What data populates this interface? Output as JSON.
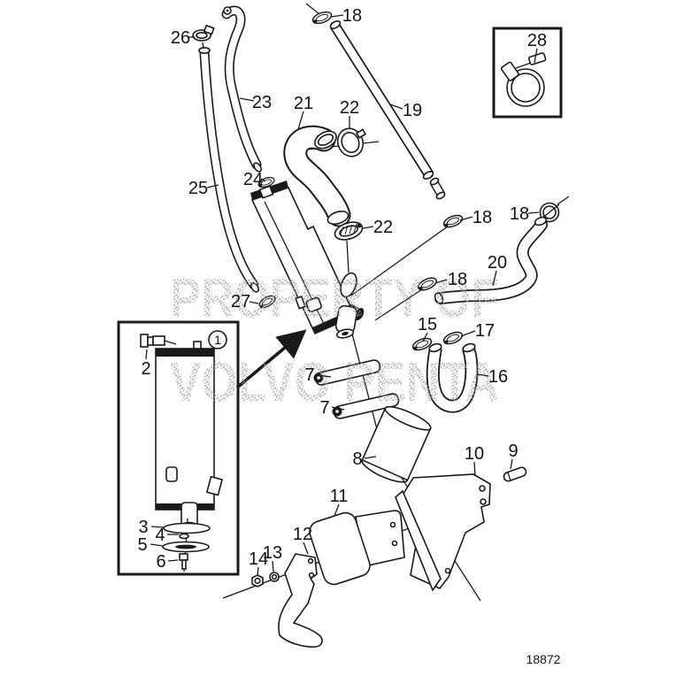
{
  "diagram": {
    "type": "exploded-parts-diagram",
    "drawing_number": "18872",
    "watermark": {
      "line1": "PROPERTY OF",
      "line2": "VOLVO PENTA"
    },
    "callouts": {
      "c1": "1",
      "c2": "2",
      "c3": "3",
      "c4": "4",
      "c5": "5",
      "c6": "6",
      "c7a": "7",
      "c7b": "7",
      "c8": "8",
      "c9": "9",
      "c10": "10",
      "c11": "11",
      "c12": "12",
      "c13": "13",
      "c14": "14",
      "c15": "15",
      "c16": "16",
      "c17": "17",
      "c18a": "18",
      "c18b": "18",
      "c18c": "18",
      "c18d": "18",
      "c19": "19",
      "c20": "20",
      "c21": "21",
      "c22a": "22",
      "c22b": "22",
      "c23": "23",
      "c24": "24",
      "c25": "25",
      "c26": "26",
      "c27": "27",
      "c28": "28"
    }
  }
}
